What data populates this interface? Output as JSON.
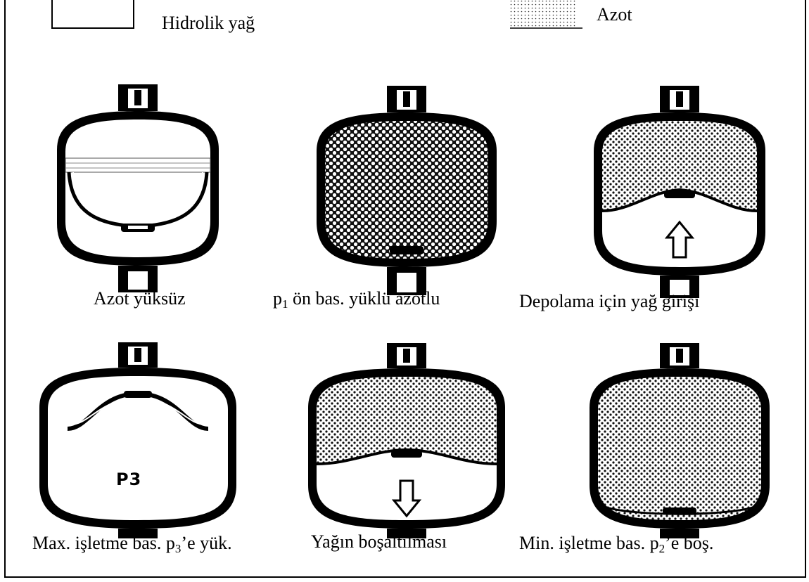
{
  "legend": {
    "oil_label": "Hidrolik yağ",
    "nitrogen_label": "Azot"
  },
  "states": [
    {
      "label_main": "Azot yüksüz"
    },
    {
      "label_sym": "p",
      "label_sub": "1",
      "label_rest": " ön bas. yüklü azotlu"
    },
    {
      "label_main": "Depolama için yağ girişi"
    },
    {
      "label_pre": "Max. işletme bas. p",
      "label_sub": "3",
      "label_rest": "’e yük.",
      "inner_text": "P3"
    },
    {
      "label_main": "Yağın boşaltılması"
    },
    {
      "label_pre": "Min. işletme bas. p",
      "label_sub": "2",
      "label_rest": "’e boş."
    }
  ]
}
